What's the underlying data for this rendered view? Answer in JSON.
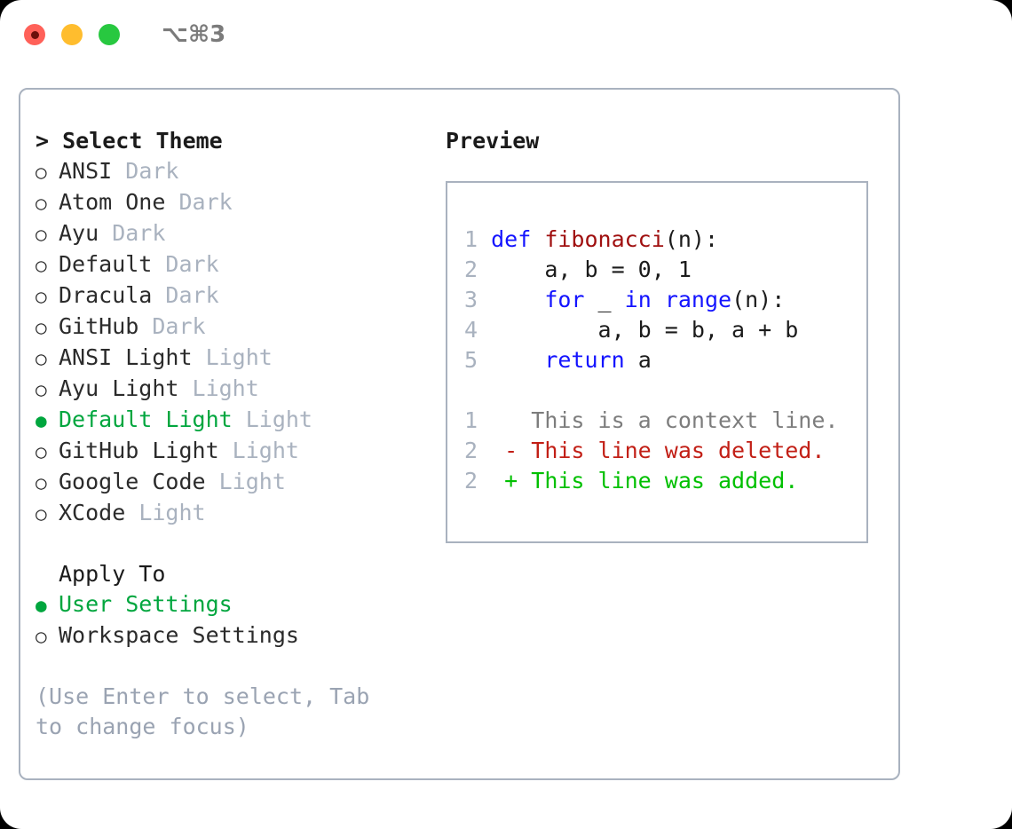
{
  "titlebar": {
    "shortcut": "⌥⌘3",
    "dots": [
      "close-record",
      "minimize",
      "maximize"
    ]
  },
  "theme_panel": {
    "header": "> Select Theme",
    "selected_marker": "●",
    "unselected_marker": "○",
    "items": [
      {
        "name": "ANSI",
        "tag": "Dark",
        "selected": false
      },
      {
        "name": "Atom One",
        "tag": "Dark",
        "selected": false
      },
      {
        "name": "Ayu",
        "tag": "Dark",
        "selected": false
      },
      {
        "name": "Default",
        "tag": "Dark",
        "selected": false
      },
      {
        "name": "Dracula",
        "tag": "Dark",
        "selected": false
      },
      {
        "name": "GitHub",
        "tag": "Dark",
        "selected": false
      },
      {
        "name": "ANSI Light",
        "tag": "Light",
        "selected": false
      },
      {
        "name": "Ayu Light",
        "tag": "Light",
        "selected": false
      },
      {
        "name": "Default Light",
        "tag": "Light",
        "selected": true
      },
      {
        "name": "GitHub Light",
        "tag": "Light",
        "selected": false
      },
      {
        "name": "Google Code",
        "tag": "Light",
        "selected": false
      },
      {
        "name": "XCode",
        "tag": "Light",
        "selected": false
      }
    ]
  },
  "apply_to": {
    "header": "Apply To",
    "items": [
      {
        "name": "User Settings",
        "selected": true
      },
      {
        "name": "Workspace Settings",
        "selected": false
      }
    ]
  },
  "hint": "(Use Enter to select, Tab to change focus)",
  "preview": {
    "title": "Preview",
    "code_lines": [
      {
        "num": "1",
        "tokens": [
          {
            "t": "def ",
            "c": "kw"
          },
          {
            "t": "fibonacci",
            "c": "fn"
          },
          {
            "t": "(n):",
            "c": "plain"
          }
        ]
      },
      {
        "num": "2",
        "tokens": [
          {
            "t": "    a, b = 0, 1",
            "c": "plain"
          }
        ]
      },
      {
        "num": "3",
        "tokens": [
          {
            "t": "    ",
            "c": "plain"
          },
          {
            "t": "for",
            "c": "kw"
          },
          {
            "t": " _ ",
            "c": "plain"
          },
          {
            "t": "in",
            "c": "kw"
          },
          {
            "t": " ",
            "c": "plain"
          },
          {
            "t": "range",
            "c": "bi"
          },
          {
            "t": "(n):",
            "c": "plain"
          }
        ]
      },
      {
        "num": "4",
        "tokens": [
          {
            "t": "        a, b = b, a + b",
            "c": "plain"
          }
        ]
      },
      {
        "num": "5",
        "tokens": [
          {
            "t": "    ",
            "c": "plain"
          },
          {
            "t": "return",
            "c": "kw"
          },
          {
            "t": " a",
            "c": "plain"
          }
        ]
      }
    ],
    "diff_lines": [
      {
        "num": "1",
        "marker": " ",
        "text": " This is a context line.",
        "kind": "ctx"
      },
      {
        "num": "2",
        "marker": "-",
        "text": " This line was deleted.",
        "kind": "del"
      },
      {
        "num": "2",
        "marker": "+",
        "text": " This line was added.",
        "kind": "add"
      }
    ]
  },
  "colors": {
    "accent_green": "#00a63e",
    "muted": "#a9b2bf",
    "hint": "#9aa3b2",
    "keyword": "#1414ff",
    "function": "#a01010",
    "deleted": "#c21f16",
    "added": "#00c000",
    "border": "#a9b2bf",
    "dot_red": "#ff6159",
    "dot_yellow": "#ffbd2e",
    "dot_green": "#28c840"
  }
}
